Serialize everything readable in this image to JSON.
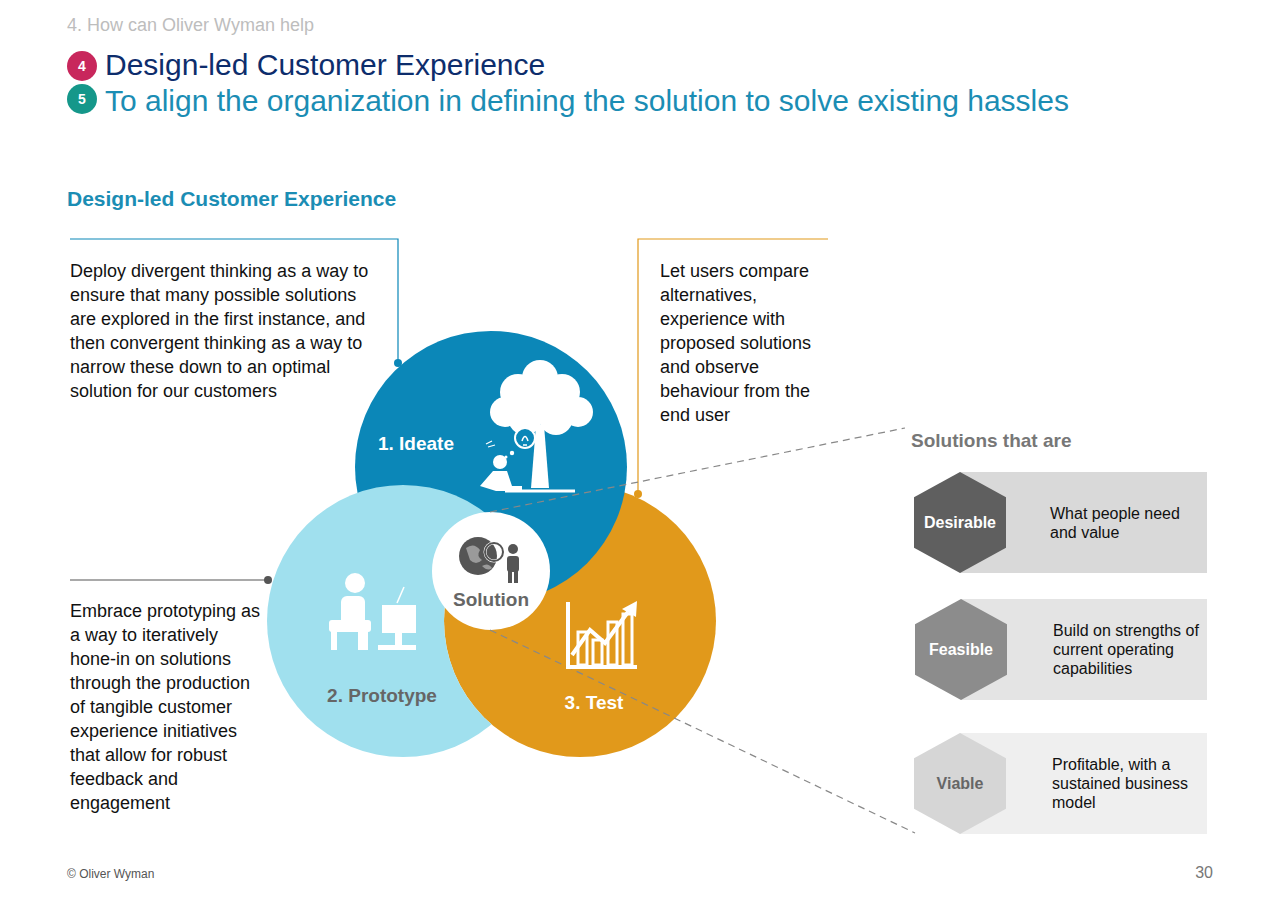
{
  "diagram": {
    "title": "Design-led Customer Experience",
    "nodes": [
      {
        "text": [
          "1. Ideate"
        ]
      },
      {
        "text": [
          "2. Prototype"
        ]
      },
      {
        "text": [
          "3. Test"
        ]
      },
      {
        "text": [
          "Solution"
        ]
      },
      {
        "text": [
          "What people need and value"
        ]
      },
      {
        "text": [
          "Desirable"
        ],
        "in": 4
      },
      {
        "text": [
          "Build on strengths of current operating capabilities"
        ]
      },
      {
        "text": [
          "Feasible"
        ],
        "in": 6
      },
      {
        "text": [
          "Profitable, with a sustained business model"
        ]
      },
      {
        "text": [
          "Viable"
        ],
        "in": 8
      }
    ],
    "labels": [
      "4. How can Oliver Wyman help",
      "4",
      "5",
      "To align the organization in defining the solution to solve existing hassles",
      "Design-led Customer Experience",
      "Deploy divergent thinking as a way to ensure that many possible solutions are explored in the first instance, and then convergent thinking as a way to narrow these down to an optimal solution for our customers",
      "Let users compare alternatives, experience with proposed solutions and observe behaviour from the end user",
      "Embrace prototyping as a way to iteratively hone-in on solutions through the production of tangible customer experience initiatives that allow for robust feedback and engagement",
      "Solutions that are",
      "© Oliver Wyman",
      "30"
    ]
  }
}
